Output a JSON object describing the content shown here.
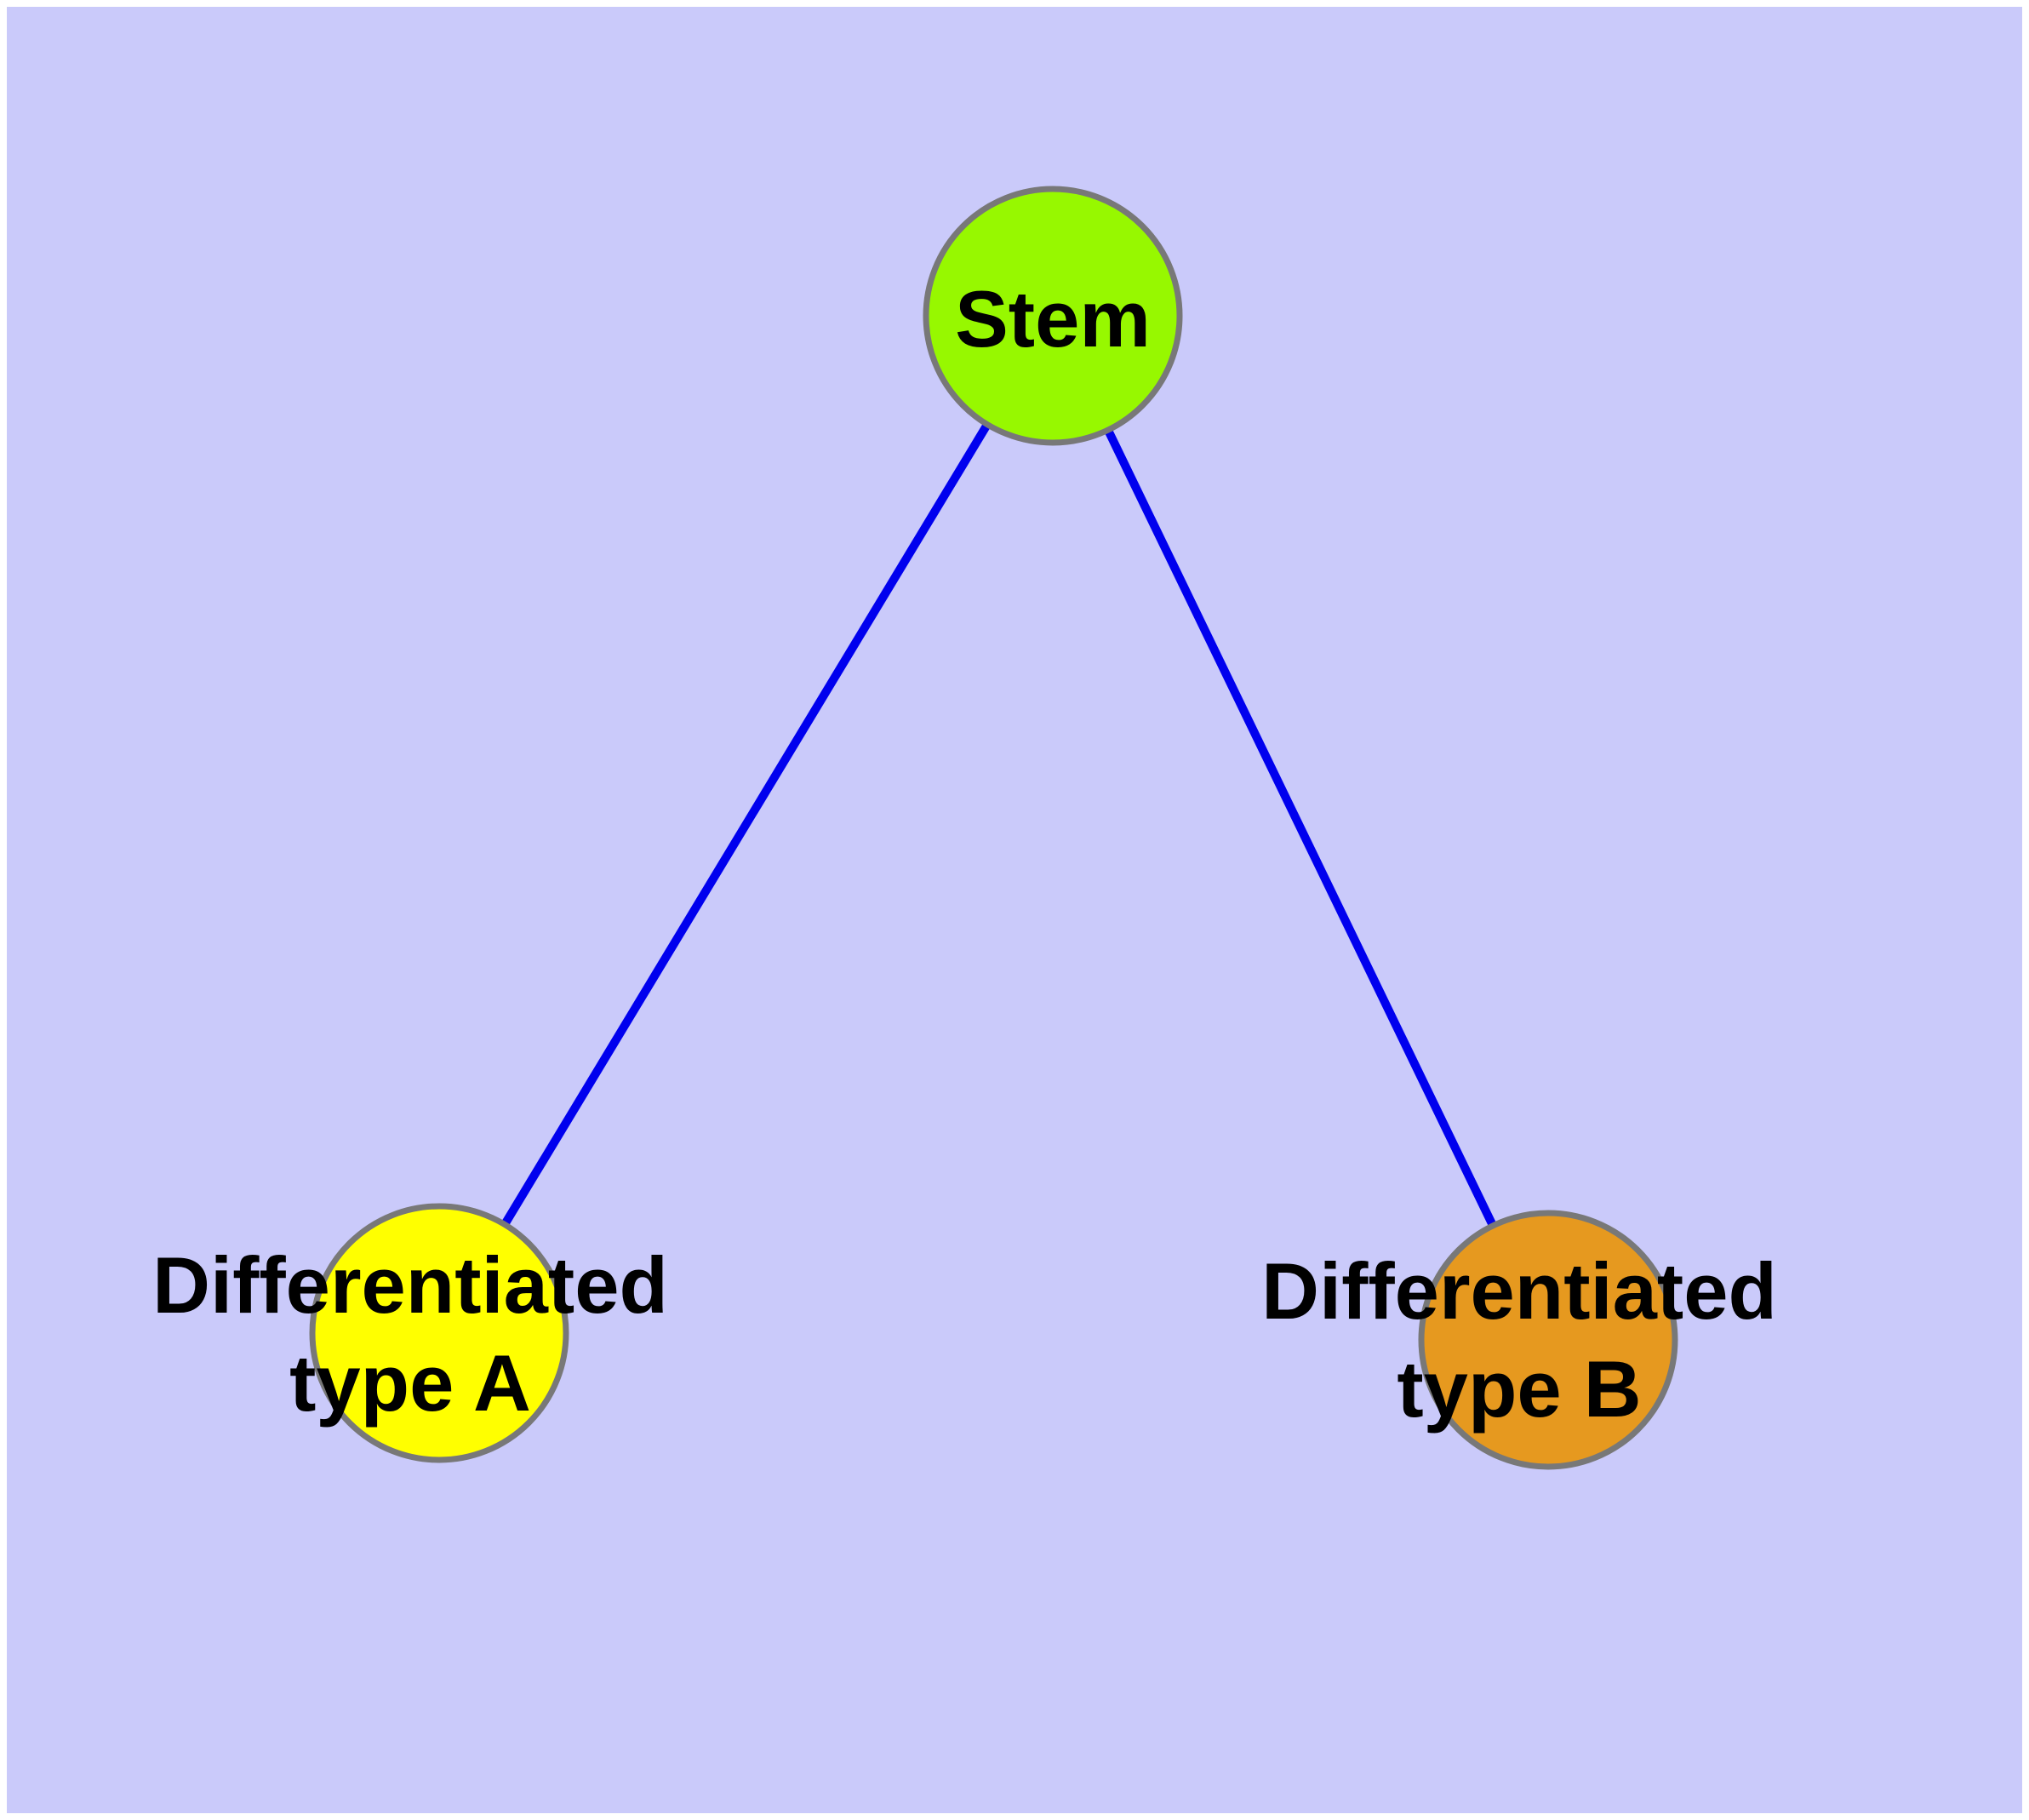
{
  "figure": {
    "description": "Stem cell differentiation diagram",
    "background_color": "#CACAFA",
    "margin_color": "#FFFFFF",
    "text_color": "#000000",
    "edge_color": "#0000EE",
    "node_border_color": "#787878",
    "nodes": {
      "stem": {
        "label": "Stem",
        "color": "#97F800"
      },
      "diff_a": {
        "label_line1": "Differentiated",
        "label_line2": "type A",
        "color": "#FFFF00"
      },
      "diff_b": {
        "label_line1": "Differentiated",
        "label_line2": "type B",
        "color": "#E6991F"
      }
    },
    "edges": [
      {
        "source": "Stem",
        "target": "Differentiated type A"
      },
      {
        "source": "Stem",
        "target": "Differentiated type B"
      }
    ]
  }
}
